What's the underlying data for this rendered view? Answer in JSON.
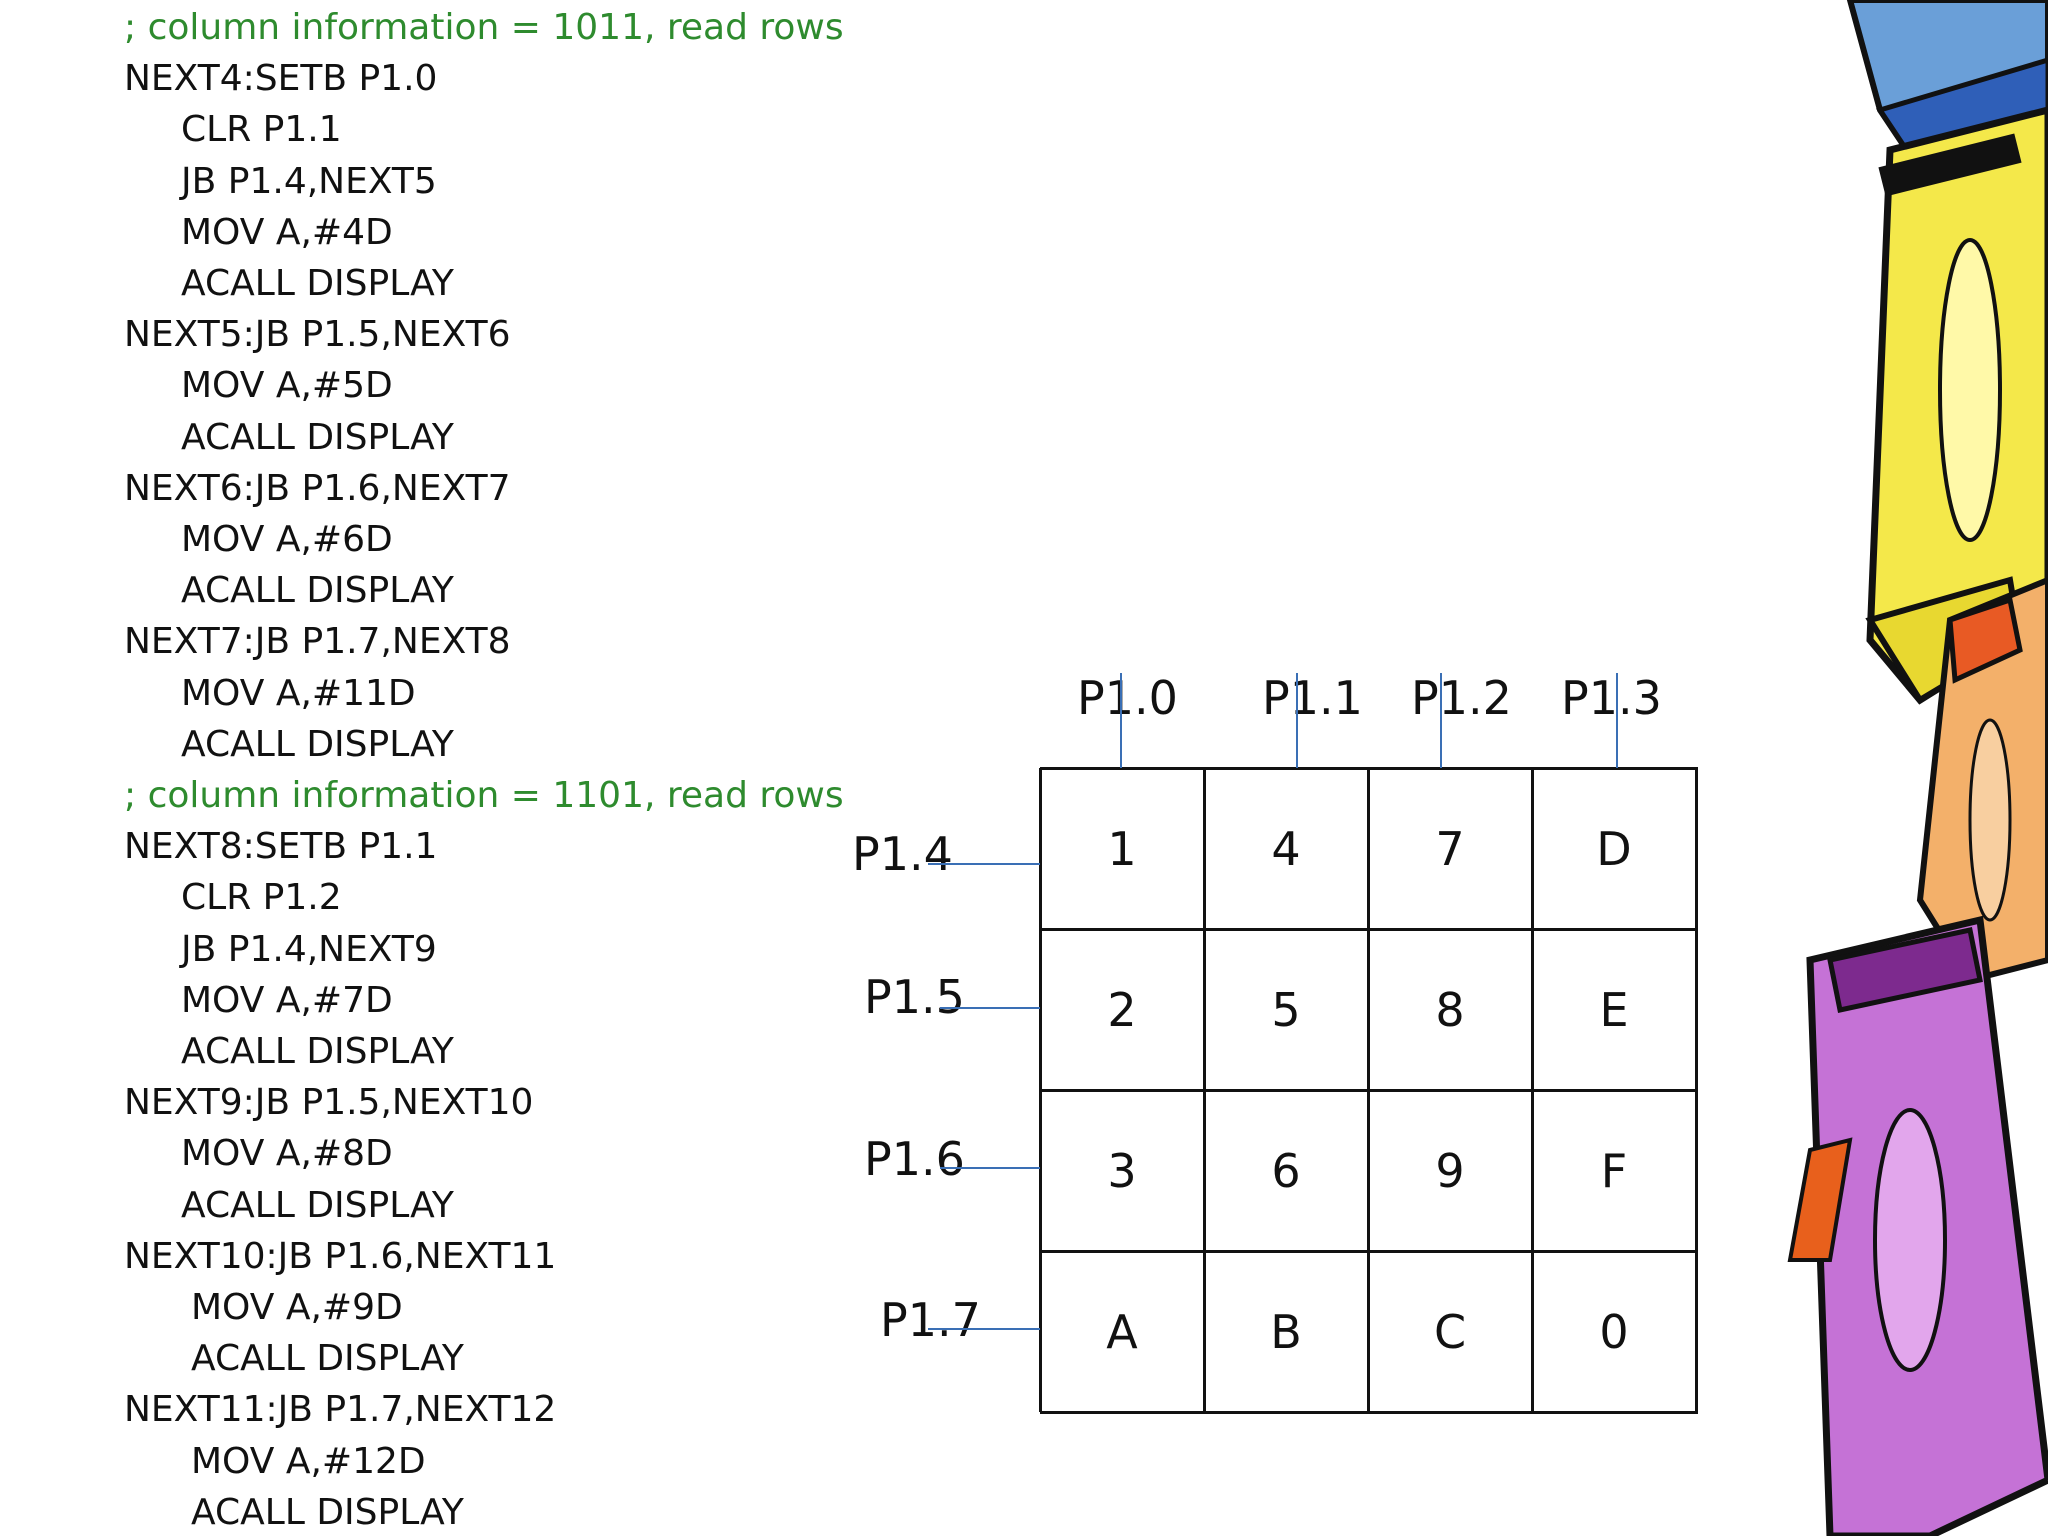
{
  "code_lines": [
    {
      "text": "; column information = 1011, read rows",
      "kind": "comment",
      "indent": 0
    },
    {
      "text": "NEXT4:SETB P1.0",
      "kind": "label",
      "indent": 0
    },
    {
      "text": "CLR P1.1",
      "kind": "instr",
      "indent": 1
    },
    {
      "text": "JB P1.4,NEXT5",
      "kind": "instr",
      "indent": 1
    },
    {
      "text": "MOV A,#4D",
      "kind": "instr",
      "indent": 1
    },
    {
      "text": "ACALL DISPLAY",
      "kind": "instr",
      "indent": 1
    },
    {
      "text": "NEXT5:JB P1.5,NEXT6",
      "kind": "label",
      "indent": 0
    },
    {
      "text": "MOV A,#5D",
      "kind": "instr",
      "indent": 1
    },
    {
      "text": "ACALL DISPLAY",
      "kind": "instr",
      "indent": 1
    },
    {
      "text": "NEXT6:JB P1.6,NEXT7",
      "kind": "label",
      "indent": 0
    },
    {
      "text": "MOV A,#6D",
      "kind": "instr",
      "indent": 1
    },
    {
      "text": "ACALL DISPLAY",
      "kind": "instr",
      "indent": 1
    },
    {
      "text": "NEXT7:JB P1.7,NEXT8",
      "kind": "label",
      "indent": 0
    },
    {
      "text": "MOV A,#11D",
      "kind": "instr",
      "indent": 1
    },
    {
      "text": "ACALL DISPLAY",
      "kind": "instr",
      "indent": 1
    },
    {
      "text": "; column information = 1101, read rows",
      "kind": "comment",
      "indent": 0
    },
    {
      "text": "NEXT8:SETB P1.1",
      "kind": "label",
      "indent": 0
    },
    {
      "text": "CLR P1.2",
      "kind": "instr",
      "indent": 1
    },
    {
      "text": "JB P1.4,NEXT9",
      "kind": "instr",
      "indent": 1
    },
    {
      "text": "MOV A,#7D",
      "kind": "instr",
      "indent": 1
    },
    {
      "text": "ACALL DISPLAY",
      "kind": "instr",
      "indent": 1
    },
    {
      "text": "NEXT9:JB P1.5,NEXT10",
      "kind": "label",
      "indent": 0
    },
    {
      "text": "MOV A,#8D",
      "kind": "instr",
      "indent": 1
    },
    {
      "text": "ACALL DISPLAY",
      "kind": "instr",
      "indent": 1
    },
    {
      "text": "NEXT10:JB P1.6,NEXT11",
      "kind": "label",
      "indent": 0
    },
    {
      "text": "MOV A,#9D",
      "kind": "instr",
      "indent": 2
    },
    {
      "text": "ACALL DISPLAY",
      "kind": "instr",
      "indent": 2
    },
    {
      "text": "NEXT11:JB P1.7,NEXT12",
      "kind": "label",
      "indent": 0
    },
    {
      "text": "MOV A,#12D",
      "kind": "instr",
      "indent": 2
    },
    {
      "text": "ACALL DISPLAY",
      "kind": "instr",
      "indent": 2
    }
  ],
  "keypad": {
    "column_pins": [
      "P1.0",
      "P1.1",
      "P1.2",
      "P1.3"
    ],
    "row_pins": [
      "P1.4",
      "P1.5",
      "P1.6",
      "P1.7"
    ],
    "keys": [
      [
        "1",
        "4",
        "7",
        "D"
      ],
      [
        "2",
        "5",
        "8",
        "E"
      ],
      [
        "3",
        "6",
        "9",
        "F"
      ],
      [
        "A",
        "B",
        "C",
        "0"
      ]
    ]
  },
  "colors": {
    "comment": "#2e8b2e",
    "text": "#111111",
    "wire": "#3a6fb5",
    "grid": "#111111"
  },
  "decoration": {
    "icon": "crayons-illustration"
  }
}
